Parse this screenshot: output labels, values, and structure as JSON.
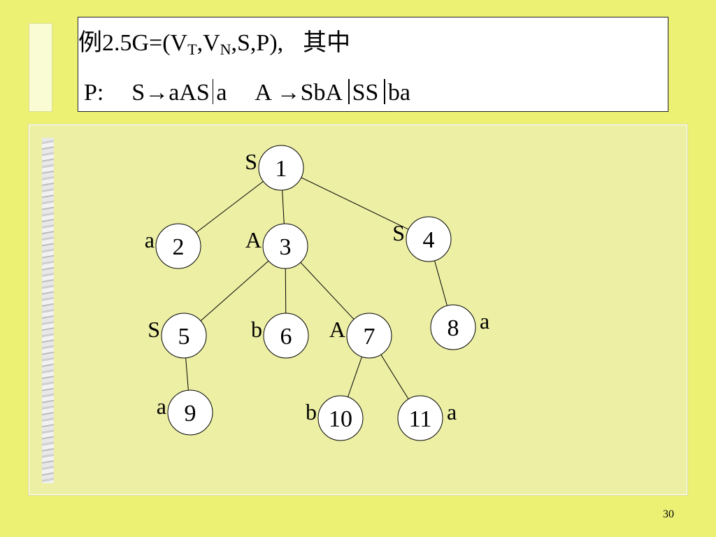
{
  "title": {
    "line1": {
      "prefix": "例2.5",
      "g_open": "G=(V",
      "sub_t": "T",
      "comma_v": ",V",
      "sub_n": "N",
      "rest": ",S,P),",
      "suffix": "其中"
    },
    "line2": {
      "p_label": "P:",
      "s_rule": "S→aAS",
      "s_alt": "a",
      "a_rule": "A →SbA",
      "a_alt1": "SS",
      "a_alt2": "ba"
    }
  },
  "tree": {
    "nodes": [
      {
        "id": "1",
        "symbol": "S",
        "side": "left"
      },
      {
        "id": "2",
        "symbol": "a",
        "side": "left"
      },
      {
        "id": "3",
        "symbol": "A",
        "side": "left"
      },
      {
        "id": "4",
        "symbol": "S",
        "side": "left"
      },
      {
        "id": "5",
        "symbol": "S",
        "side": "left"
      },
      {
        "id": "6",
        "symbol": "b",
        "side": "left"
      },
      {
        "id": "7",
        "symbol": "A",
        "side": "left"
      },
      {
        "id": "8",
        "symbol": "a",
        "side": "right"
      },
      {
        "id": "9",
        "symbol": "a",
        "side": "left"
      },
      {
        "id": "10",
        "symbol": "b",
        "side": "left"
      },
      {
        "id": "11",
        "symbol": "a",
        "side": "right"
      }
    ],
    "edges": [
      [
        "1",
        "2"
      ],
      [
        "1",
        "3"
      ],
      [
        "1",
        "4"
      ],
      [
        "3",
        "5"
      ],
      [
        "3",
        "6"
      ],
      [
        "3",
        "7"
      ],
      [
        "4",
        "8"
      ],
      [
        "5",
        "9"
      ],
      [
        "7",
        "10"
      ],
      [
        "7",
        "11"
      ]
    ]
  },
  "page_number": "30"
}
